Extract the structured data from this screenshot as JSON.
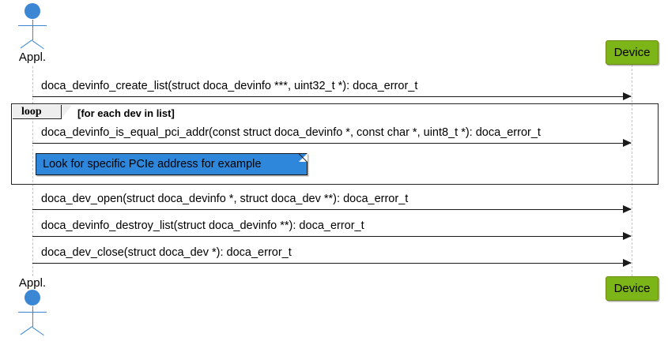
{
  "diagram": {
    "type": "uml-sequence-diagram",
    "colors": {
      "actor": "#3B87D4",
      "participant_fill": "#7CB518",
      "participant_border": "#6E8B10",
      "note_fill": "#2E87DB",
      "note_border": "#1A1A1A",
      "lifeline": "#A9CCEA",
      "message_line": "#1A1A1A",
      "fragment_border": "#222222",
      "fragment_tab_fill": "#EEEEEE",
      "background": "#FFFFFF"
    },
    "participants": [
      {
        "id": "appl",
        "name": "Appl.",
        "kind": "actor"
      },
      {
        "id": "device",
        "name": "Device",
        "kind": "participant"
      }
    ],
    "head_labels": {
      "actor_top": "Appl.",
      "participant_top": "Device"
    },
    "foot_labels": {
      "actor_bottom": "Appl.",
      "participant_bottom": "Device"
    },
    "fragment": {
      "kind": "loop",
      "guard": "[for each dev in list]"
    },
    "note": {
      "text": "Look for specific PCIe address for example"
    },
    "messages": [
      {
        "index": 1,
        "from": "appl",
        "to": "device",
        "label": "doca_devinfo_create_list(struct doca_devinfo ***, uint32_t *): doca_error_t"
      },
      {
        "index": 2,
        "from": "appl",
        "to": "device",
        "label": "doca_devinfo_is_equal_pci_addr(const struct doca_devinfo *, const char *, uint8_t *): doca_error_t"
      },
      {
        "index": 3,
        "from": "appl",
        "to": "device",
        "label": "doca_dev_open(struct doca_devinfo *, struct doca_dev **): doca_error_t"
      },
      {
        "index": 4,
        "from": "appl",
        "to": "device",
        "label": "doca_devinfo_destroy_list(struct doca_devinfo **): doca_error_t"
      },
      {
        "index": 5,
        "from": "appl",
        "to": "device",
        "label": "doca_dev_close(struct doca_dev *): doca_error_t"
      }
    ]
  }
}
